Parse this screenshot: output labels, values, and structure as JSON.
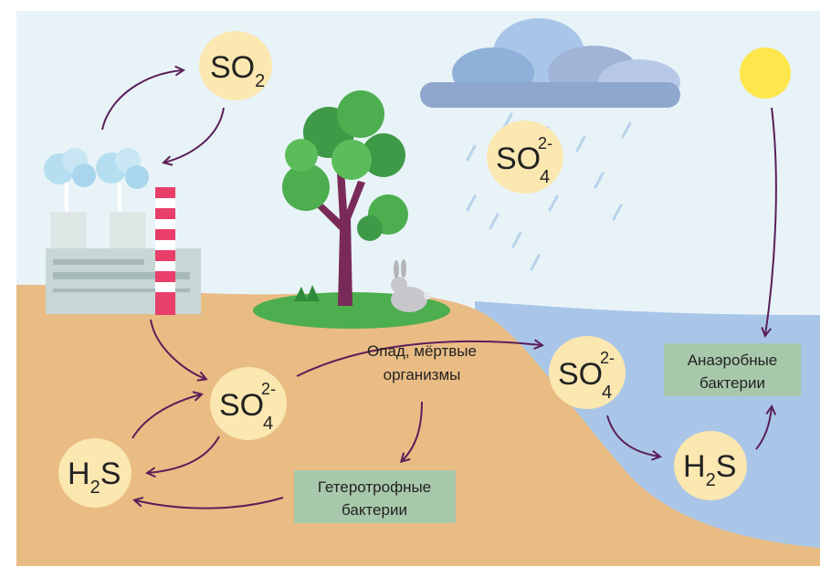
{
  "labels": {
    "litter": [
      "Опад, мёртвые",
      "организмы"
    ],
    "heterotrophic": [
      "Гетеротрофные",
      "бактерии"
    ],
    "anaerobic": [
      "Анаэробные",
      "бактерии"
    ]
  },
  "molecules": {
    "so2": {
      "main": "SO",
      "sub": "2"
    },
    "so4_sky": {
      "main": "SO",
      "sub": "4",
      "sup": "2-"
    },
    "so4_land": {
      "main": "SO",
      "sub": "4",
      "sup": "2-"
    },
    "so4_water": {
      "main": "SO",
      "sub": "4",
      "sup": "2-"
    },
    "h2s_land": {
      "pre": "H",
      "sub": "2",
      "post": "S"
    },
    "h2s_water": {
      "pre": "H",
      "sub": "2",
      "post": "S"
    }
  },
  "colors": {
    "sky": "#e8f3f8",
    "ground": "#e9bc84",
    "water": "#a9c6e8",
    "bubble": "#fbe7b0",
    "label_box": "#a8c8ab",
    "arrow": "#5b1f58",
    "sun": "#fde74c",
    "smokestack": "#e83e6a"
  }
}
